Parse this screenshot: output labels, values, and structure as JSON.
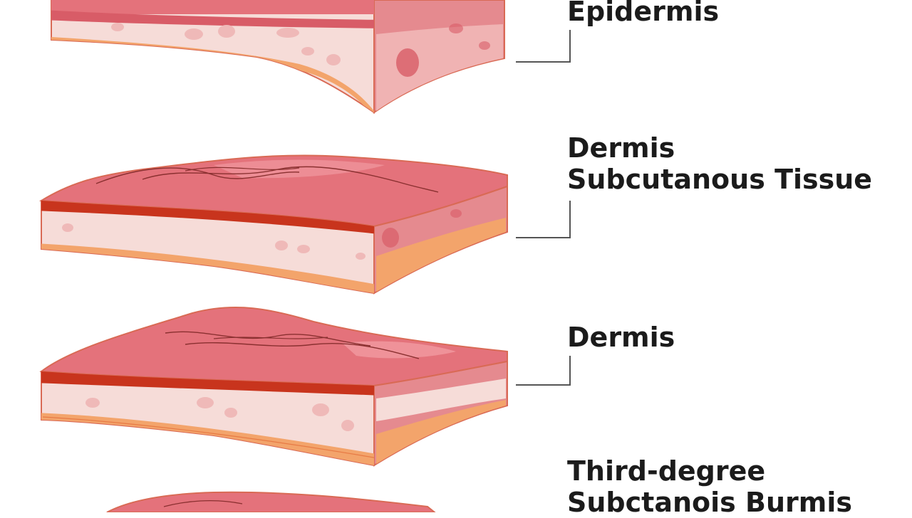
{
  "labels": {
    "layer1": {
      "line1": "Epidermis"
    },
    "layer2": {
      "line1": "Dermis",
      "line2": "Subcutanous Tissue"
    },
    "layer3": {
      "line1": "Dermis"
    },
    "layer4": {
      "line1": "Third-degree",
      "line2": "Subctanois Burmis"
    }
  },
  "colors": {
    "top_surface": "#e4727b",
    "top_highlight": "#f3a0a6",
    "red_band": "#c8341d",
    "dermis": "#f6dcd8",
    "dermis_spots": "#efb9b8",
    "fat_layer": "#f3a46b",
    "fat_edge": "#e77a45",
    "side_face": "#e58a8f",
    "side_dark": "#d85c67",
    "outline": "#d96a55",
    "leader": "#555555",
    "vein": "#8a3030"
  }
}
